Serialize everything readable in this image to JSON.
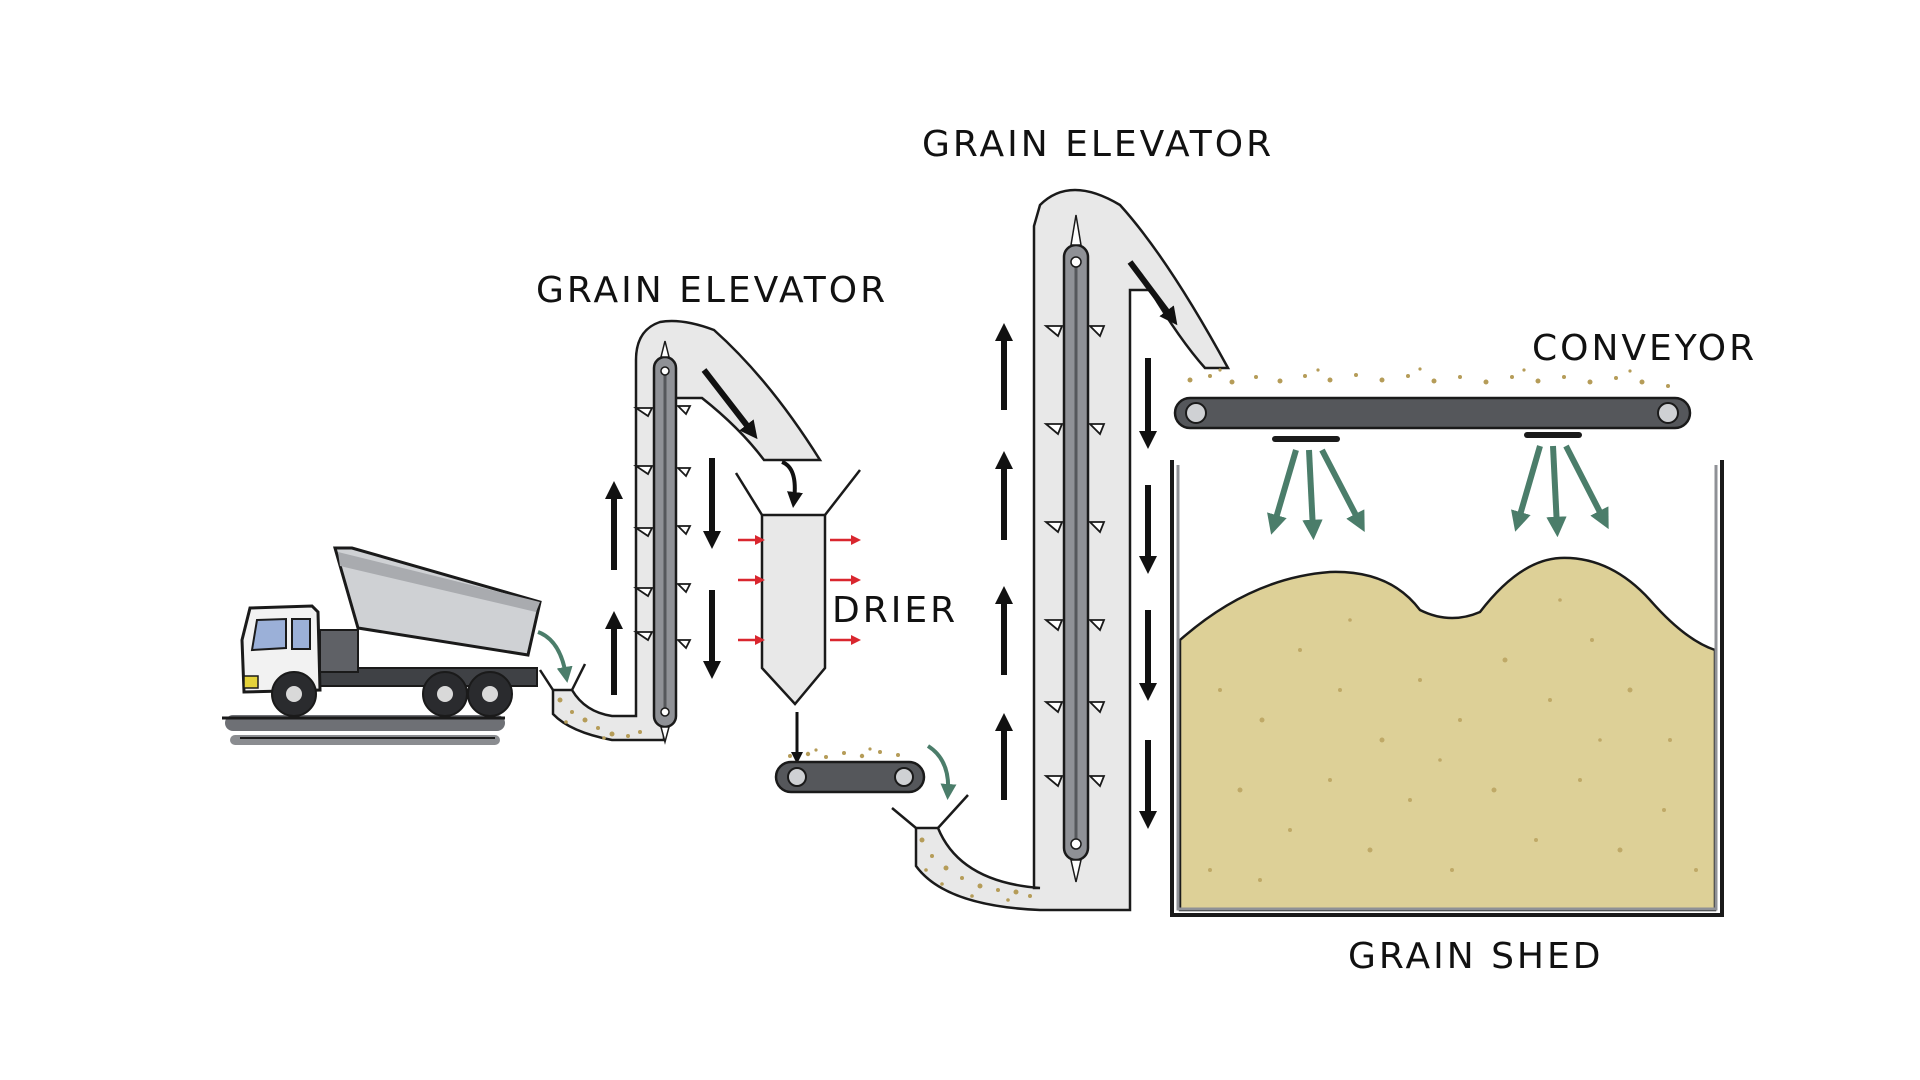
{
  "labels": {
    "elevator_1": "GRAIN ELEVATOR",
    "elevator_2": "GRAIN ELEVATOR",
    "drier": "DRIER",
    "conveyor": "CONVEYOR",
    "grain_shed": "GRAIN SHED"
  },
  "colors": {
    "background": "#ffffff",
    "outline": "#1a1a1a",
    "elevator_fill": "#e8e8e8",
    "belt": "#55575b",
    "belt_highlight": "#8f9196",
    "grain": "#ddd097",
    "grain_speck": "#b59c58",
    "arrow_black": "#111111",
    "arrow_green": "#4b7d6a",
    "arrow_red": "#d9262e",
    "truck_body": "#cfd1d4",
    "truck_cab": "#f2f2f2",
    "truck_window": "#9bb0d8",
    "ground": "#6e7075"
  },
  "icons": {
    "truck": "dump-truck-icon"
  }
}
